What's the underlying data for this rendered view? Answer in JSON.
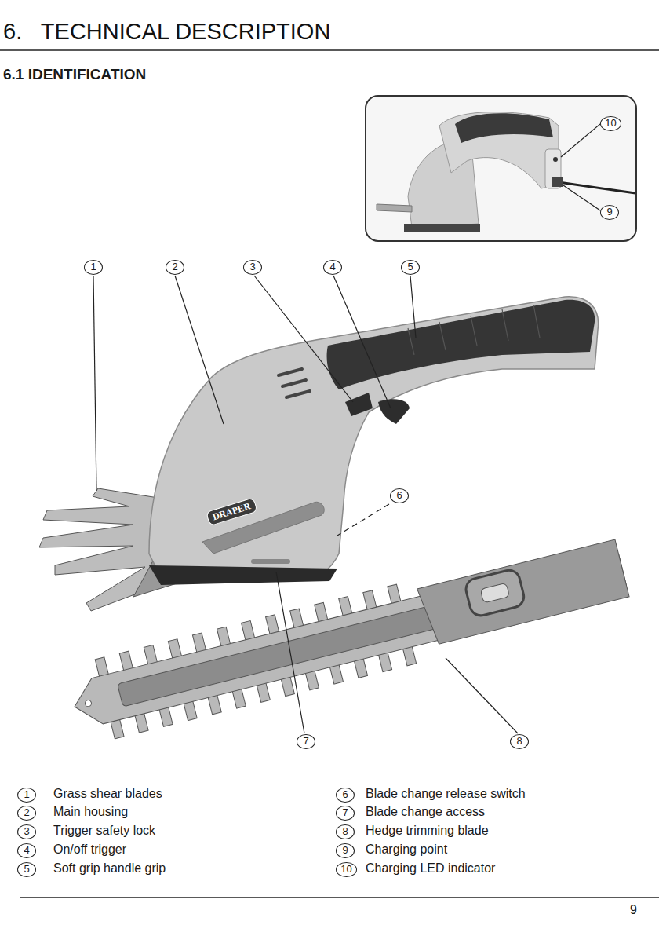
{
  "diagram": {
    "title": "6.   TECHNICAL DESCRIPTION",
    "labels": [
      "6.1 IDENTIFICATION",
      "10",
      "9",
      "1",
      "2",
      "3",
      "4",
      "5",
      "6",
      "7",
      "8",
      "1",
      "Grass shear blades",
      "2",
      "Main housing",
      "3",
      "Trigger safety lock",
      "4",
      "On/off trigger",
      "5",
      "Soft grip handle grip",
      "6",
      "Blade change release switch",
      "7",
      "Blade change access",
      "8",
      "Hedge trimming blade",
      "9",
      "Charging point",
      "10",
      "Charging LED indicator",
      "DRAPER",
      "9"
    ]
  }
}
